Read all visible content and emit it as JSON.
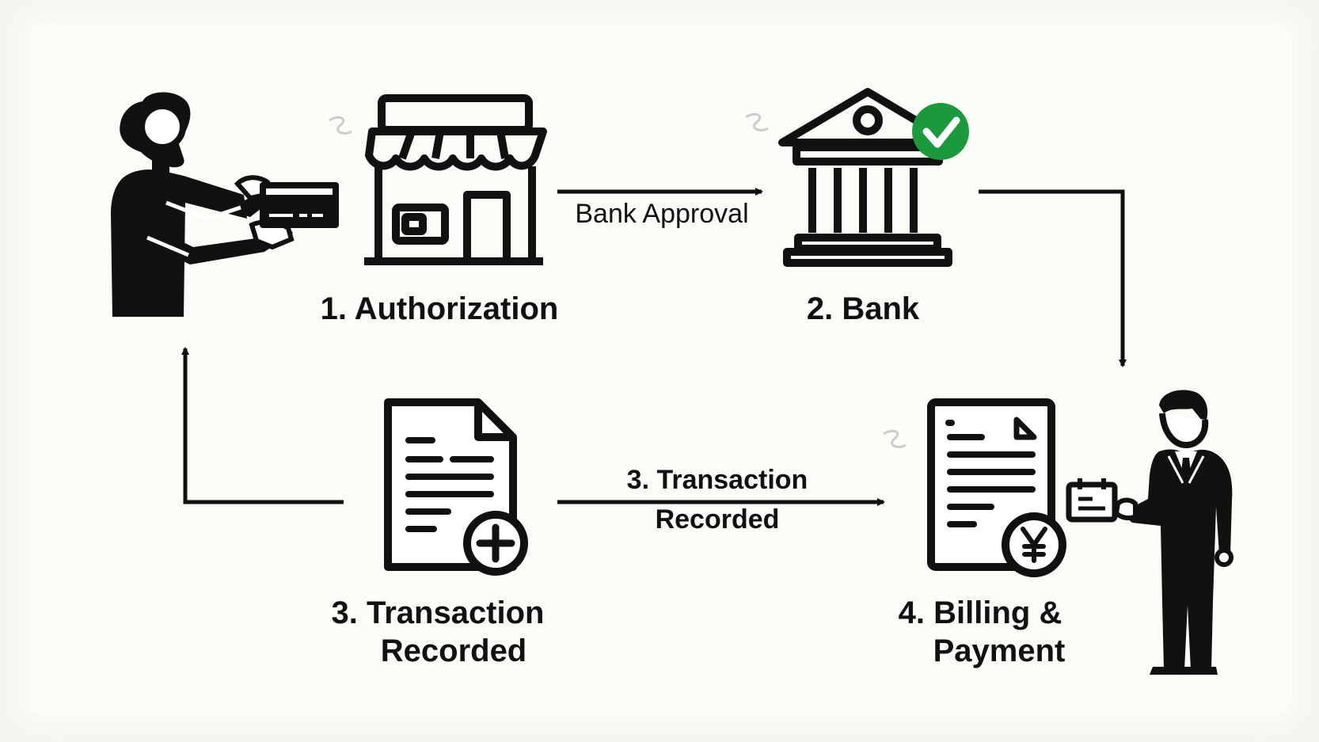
{
  "nodes": {
    "authorization": {
      "label": "1. Authorization"
    },
    "bank": {
      "label": "2. Bank"
    },
    "transaction_recorded": {
      "line1": "3. Transaction",
      "line2": "Recorded"
    },
    "billing_payment": {
      "line1": "4. Billing &",
      "line2": "Payment"
    }
  },
  "edges": {
    "store_to_bank": {
      "label": "Bank Approval"
    },
    "record_to_billing": {
      "line1": "3. Transaction",
      "line2": "Recorded"
    }
  },
  "colors": {
    "stroke": "#111111",
    "check_badge": "#1a9a3d",
    "background": "#fbfbf8"
  },
  "icons": {
    "customer": "person-with-card-icon",
    "store": "storefront-icon",
    "bank": "bank-building-icon",
    "approved": "check-badge-icon",
    "record": "document-plus-icon",
    "bill": "invoice-yen-icon",
    "merchant": "businessman-with-card-icon",
    "card": "credit-card-icon",
    "yen": "yen-icon",
    "plus": "plus-icon"
  }
}
